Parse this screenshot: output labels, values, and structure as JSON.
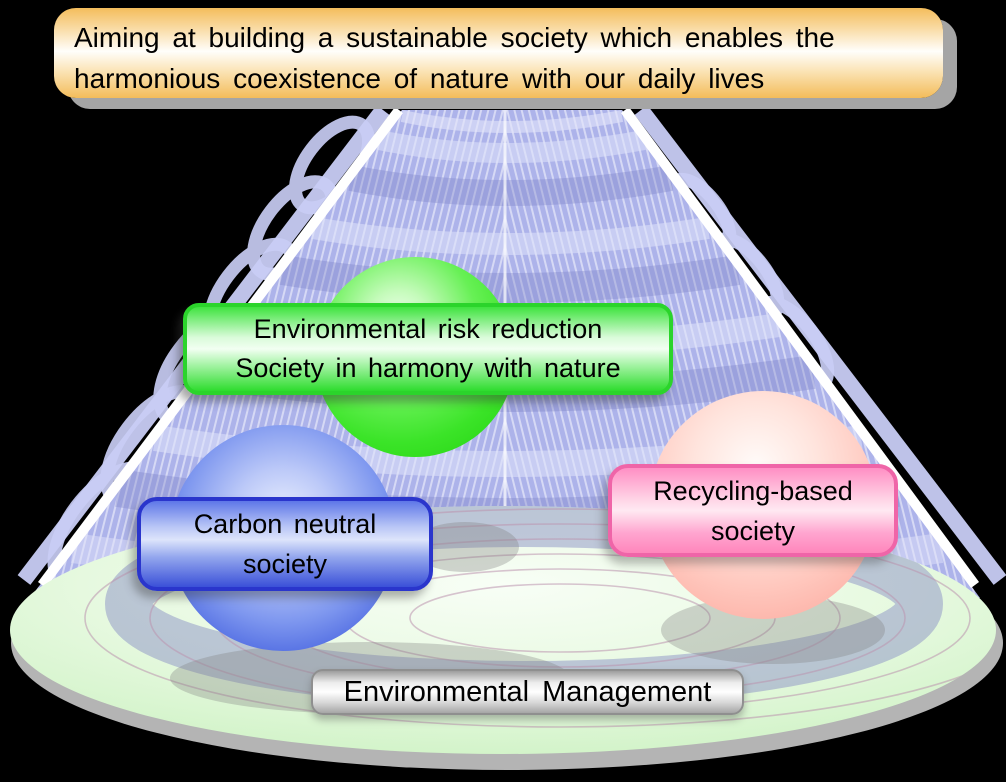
{
  "banner": {
    "line1": "Aiming at building a sustainable society which enables the",
    "line2": "harmonious coexistence of nature with our daily lives",
    "background_top": "#f4bd5c",
    "background_middle": "#fffefb",
    "shadow_color": "#a5a5a5"
  },
  "nodes": {
    "environmental_risk": {
      "line1": "Environmental risk reduction",
      "line2": "Society in harmony with nature",
      "sphere_color": "#3be428",
      "box_border_color": "#2bd42b"
    },
    "carbon_neutral": {
      "line1": "Carbon neutral",
      "line2": "society",
      "sphere_color": "#4a66e0",
      "box_border_color": "#2a35cc"
    },
    "recycling_based": {
      "line1": "Recycling-based",
      "line2": "society",
      "sphere_color": "#fbaca1",
      "box_border_color": "#ef65a8"
    }
  },
  "base_platform": {
    "label": "Environmental Management",
    "disc_color": "#cdf2c3",
    "rim_color": "#b4b4b4"
  },
  "spiral_cone": {
    "fill_color": "#adb3ea",
    "ribbon_color": "#c9cdf5"
  },
  "background_color": "#000000"
}
